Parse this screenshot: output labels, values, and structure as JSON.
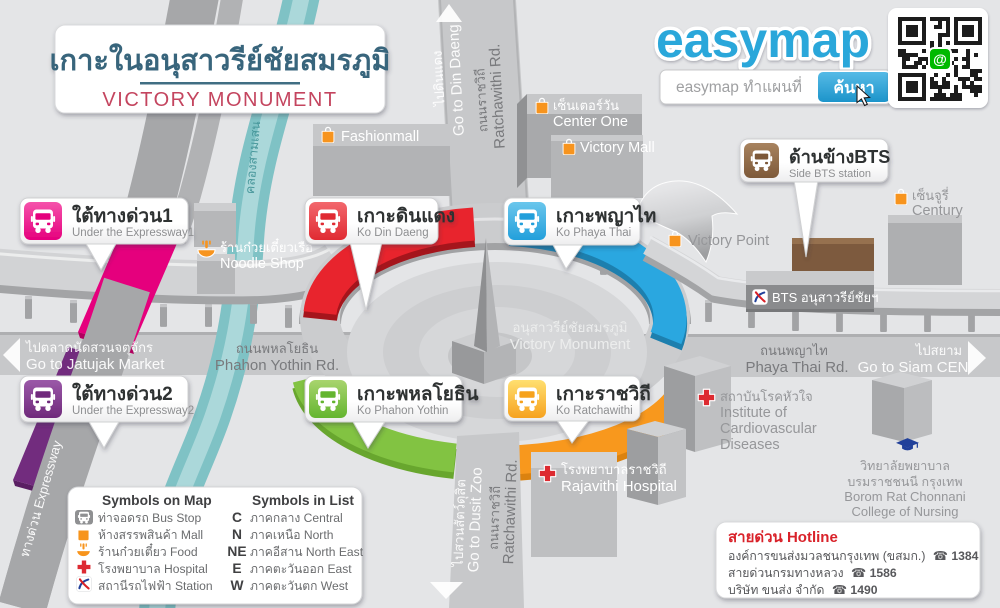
{
  "header": {
    "title_th": "เกาะในอนุสาวรีย์ชัยสมรภูมิ",
    "title_en": "VICTORY MONUMENT"
  },
  "brand": {
    "logo": "easymap",
    "search_value": "easymap ทำแผนที่",
    "search_button": "ค้นหา",
    "qr_center": "@"
  },
  "bus_stops": [
    {
      "id": "under-expressway-1",
      "title_th": "ใต้ทางด่วน1",
      "title_en": "Under the Expressway1",
      "color": "#e5007d"
    },
    {
      "id": "ko-din-daeng",
      "title_th": "เกาะดินแดง",
      "title_en": "Ko Din Daeng",
      "color": "#e32730"
    },
    {
      "id": "ko-phaya-thai",
      "title_th": "เกาะพญาไท",
      "title_en": "Ko Phaya Thai",
      "color": "#29a7e0"
    },
    {
      "id": "side-bts-station",
      "title_th": "ด้านข้างBTS",
      "title_en": "Side BTS station",
      "color": "#815d3b"
    },
    {
      "id": "under-expressway-2",
      "title_th": "ใต้ทางด่วน2",
      "title_en": "Under the Expressway2",
      "color": "#722c7e"
    },
    {
      "id": "ko-phahon-yothin",
      "title_th": "เกาะพหลโยธิน",
      "title_en": "Ko  Phahon Yothin",
      "color": "#6fbc3c"
    },
    {
      "id": "ko-ratchawithi",
      "title_th": "เกาะราชวิถี",
      "title_en": "Ko Ratchawithi",
      "color": "#f6a21f"
    }
  ],
  "pois": {
    "fashionmall": "Fashionmall",
    "center_one_th": "เซ็นเตอร์วัน",
    "center_one_en": "Center One",
    "victory_mall": "Victory Mall",
    "victory_point": "Victory Point",
    "century_th": "เซ็นจูรี่",
    "century_en": "Century",
    "noodle_th": "ร้านก๋วยเตี๋ยวเรือ",
    "noodle_en": "Noodle Shop",
    "bts_station": "BTS อนุสาวรีย์ชัยฯ",
    "institute_th": "สถาบันโรคหัวใจ",
    "institute_en1": "Institute of",
    "institute_en2": "Cardiovascular",
    "institute_en3": "Diseases",
    "rajavithi_th": "โรงพยาบาลราชวิถี",
    "rajavithi_en": "Rajavithi Hospital",
    "college_th1": "วิทยาลัยพยาบาล",
    "college_th2": "บรมราชชนนี กรุงเทพ",
    "college_en1": "Borom Rat Chonnani",
    "college_en2": "College of Nursing"
  },
  "monument": {
    "name_th": "อนุสาวรีย์ชัยสมรภูมิ",
    "name_en": "Victory Monument"
  },
  "roads": {
    "phahon_th": "ถนนพหลโยธิน",
    "phahon_en": "Phahon Yothin Rd.",
    "phaya_th": "ถนนพญาไท",
    "phaya_en": "Phaya Thai Rd.",
    "ratchawithi_th": "ถนนราชวิถี",
    "ratchawithi_en": "Ratchawithi Rd.",
    "jatujak_th": "ไปตลาดนัดสวนจตุจักร",
    "jatujak_en": "Go to Jatujak Market",
    "siam_th": "ไปสยาม",
    "siam_en": "Go to Siam CEN",
    "dindaeng_th": "ไปดินแดง",
    "dindaeng_en": "Go to Din Daeng",
    "dusit_th": "ไปสวนสัตว์ดุสิต",
    "dusit_en": "Go to Dusit Zoo",
    "expressway": "ทางด่วน Expressway",
    "canal": "คลองสามเสน"
  },
  "legend": {
    "header_map": "Symbols on Map",
    "header_list": "Symbols in List",
    "map_items": [
      {
        "icon": "bus-stop-icon",
        "label": "ท่าจอดรถ Bus Stop"
      },
      {
        "icon": "mall-icon",
        "label": "ห้างสรรพสินค้า Mall"
      },
      {
        "icon": "food-icon",
        "label": "ร้านก๋วยเตี๋ยว Food"
      },
      {
        "icon": "hospital-icon",
        "label": "โรงพยาบาล Hospital"
      },
      {
        "icon": "station-icon",
        "label": "สถานีรถไฟฟ้า Station"
      }
    ],
    "list_items": [
      {
        "code": "C",
        "label": "ภาคกลาง Central"
      },
      {
        "code": "N",
        "label": "ภาคเหนือ North"
      },
      {
        "code": "NE",
        "label": "ภาคอีสาน North East"
      },
      {
        "code": "E",
        "label": "ภาคตะวันออก East"
      },
      {
        "code": "W",
        "label": "ภาคตะวันตก West"
      }
    ]
  },
  "hotline": {
    "title": "สายด่วน Hotline",
    "phone_icon": "☎",
    "lines": [
      {
        "label": "องค์การขนส่งมวลชนกรุงเทพ (ขสมก.)",
        "phone": "1384"
      },
      {
        "label": "สายด่วนกรมทางหลวง",
        "phone": "1586"
      },
      {
        "label": "บริษัท ขนส่ง จำกัด",
        "phone": "1490"
      }
    ]
  },
  "colors": {
    "brand_blue": "#2ba7da",
    "title_heading": "#39657b",
    "title_red": "#c4455f",
    "stop_magenta": "#e5007d",
    "stop_red": "#e32730",
    "stop_blue": "#29a7e0",
    "stop_brown": "#815d3b",
    "stop_purple": "#722c7e",
    "stop_green": "#6fbc3c",
    "stop_yellow": "#f6a21f",
    "poi_orange": "#f7941e",
    "hospital_red": "#dd2a30",
    "canal_teal": "#7fc2c5",
    "line_green": "#00b900"
  }
}
